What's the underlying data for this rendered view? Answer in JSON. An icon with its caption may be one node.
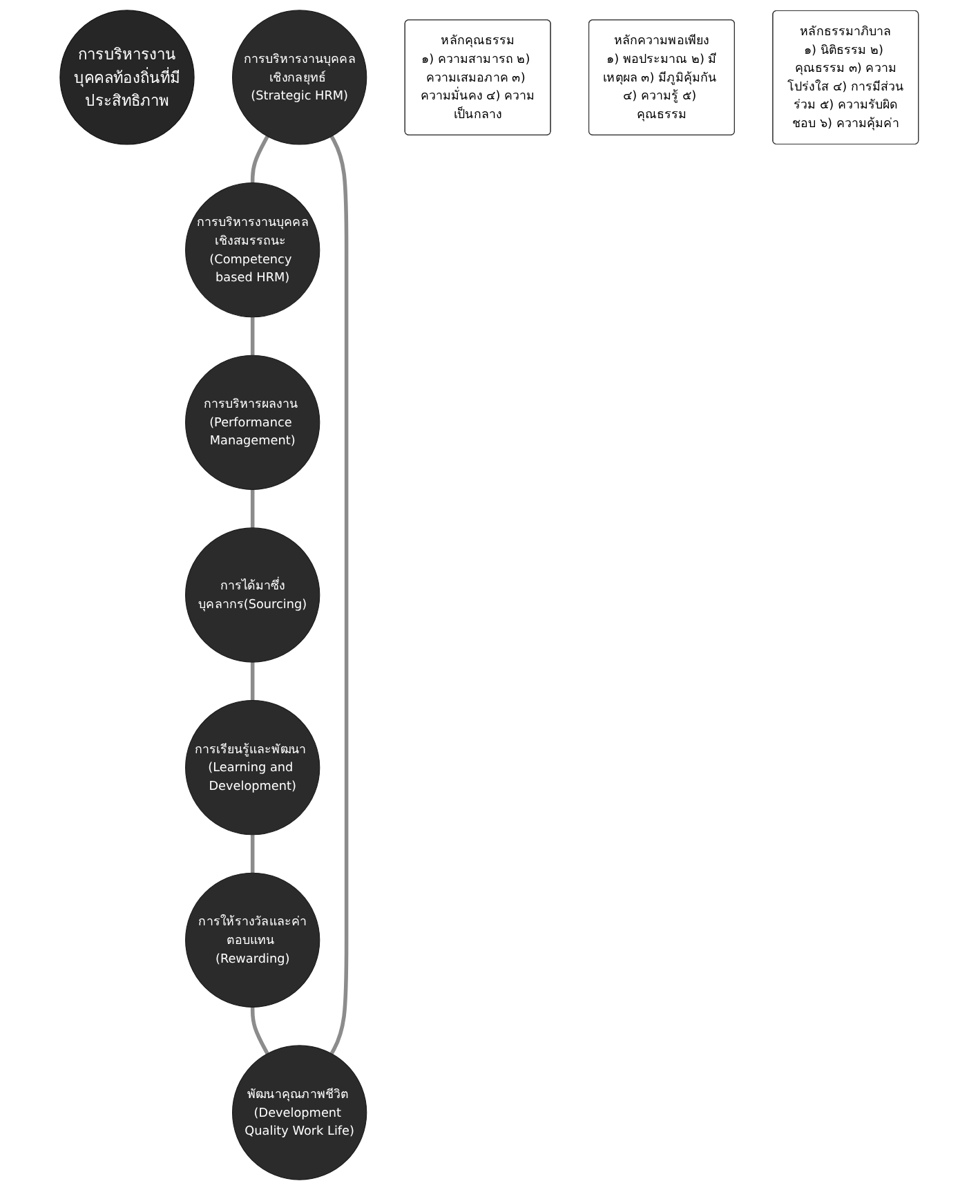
{
  "diagram": {
    "nodes": [
      {
        "text": [
          "การบริหารงานบุคคลท้องถิ่นที่มีประสิทธิภาพ"
        ]
      },
      {
        "text": [
          "การบริหารงานบุคคลเชิงกลยุทธ์ (Strategic HRM)"
        ]
      },
      {
        "text": [
          "การบริหารงานบุคคลเชิงสมรรถนะ (Competency based HRM)"
        ]
      },
      {
        "text": [
          "การบริหารผลงาน (Performance Management)"
        ]
      },
      {
        "text": [
          "การได้มาซึ่งบุคลากร(Sourcing)"
        ]
      },
      {
        "text": [
          "การเรียนรู้และพัฒนา (Learning and Development)"
        ]
      },
      {
        "text": [
          "การให้รางวัลและค่าตอบแทน (Rewarding)"
        ]
      },
      {
        "text": [
          "พัฒนาคุณภาพชีวิต (Development Quality Work Life)"
        ]
      },
      {
        "text": [
          "หลักคุณธรรม",
          "๑) ความสามารถ ๒) ความเสมอภาค ๓) ความมั่นคง ๔) ความเป็นกลาง"
        ]
      },
      {
        "text": [
          "หลักความพอเพียง",
          "๑) พอประมาณ ๒) มีเหตุผล ๓) มีภูมิคุ้มกัน ๔) ความรู้ ๕) คุณธรรม"
        ]
      },
      {
        "text": [
          "หลักธรรมาภิบาล",
          "๑) นิติธรรม ๒) คุณธรรม ๓) ความโปร่งใส ๔) การมีส่วนร่วม ๕) ความรับผิดชอบ ๖) ความคุ้มค่า"
        ]
      }
    ],
    "edges": [
      {
        "from": 1,
        "to": 2,
        "arrow": "none"
      },
      {
        "from": 2,
        "to": 3,
        "arrow": "none"
      },
      {
        "from": 3,
        "to": 4,
        "arrow": "none"
      },
      {
        "from": 4,
        "to": 5,
        "arrow": "none"
      },
      {
        "from": 5,
        "to": 6,
        "arrow": "none"
      },
      {
        "from": 6,
        "to": 7,
        "arrow": "none"
      },
      {
        "from": 7,
        "to": 1,
        "arrow": "none"
      }
    ]
  }
}
